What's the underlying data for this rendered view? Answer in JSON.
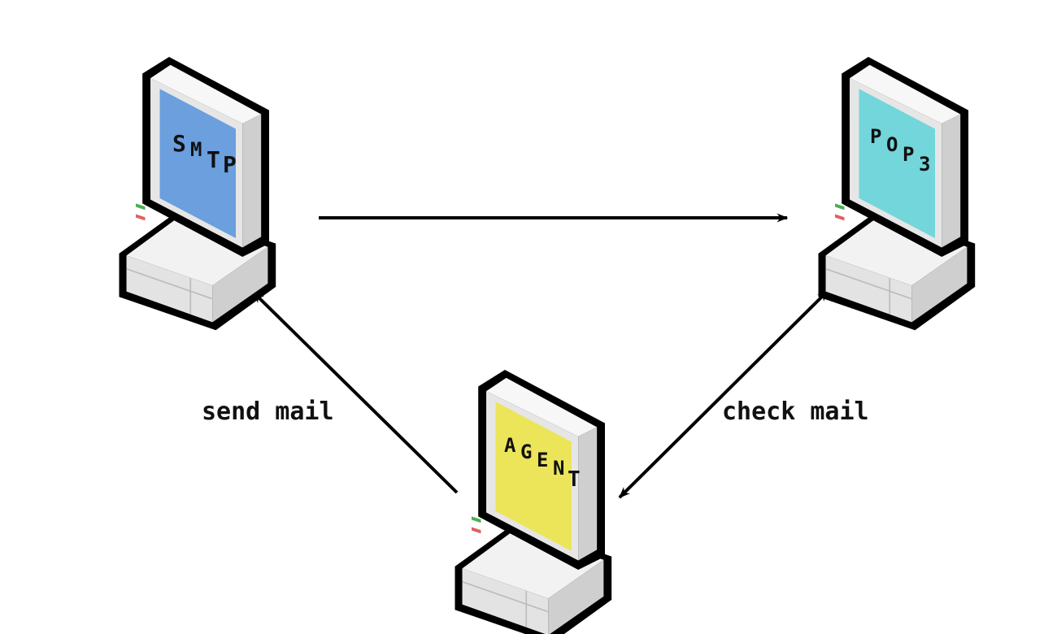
{
  "nodes": [
    {
      "id": "smtp",
      "screen_letters": [
        "S",
        "M",
        "T",
        "P"
      ],
      "screen_color": "#6b9fde"
    },
    {
      "id": "pop3",
      "screen_letters": [
        "P",
        "O",
        "P",
        "3"
      ],
      "screen_color": "#72d6da"
    },
    {
      "id": "agent",
      "screen_letters": [
        "A",
        "G",
        "E",
        "N",
        "T"
      ],
      "screen_color": "#ece55a"
    }
  ],
  "edges": [
    {
      "from": "smtp",
      "to": "pop3",
      "label": ""
    },
    {
      "from": "agent",
      "to": "smtp",
      "label": "send mail"
    },
    {
      "from": "agent",
      "to": "pop3",
      "label": "check mail",
      "bidirectional": true
    }
  ],
  "colors": {
    "outline": "#000000",
    "case": "#e9e9e9",
    "case_shade": "#cfcfcf",
    "led_green": "#4caf50",
    "led_red": "#e06060"
  }
}
